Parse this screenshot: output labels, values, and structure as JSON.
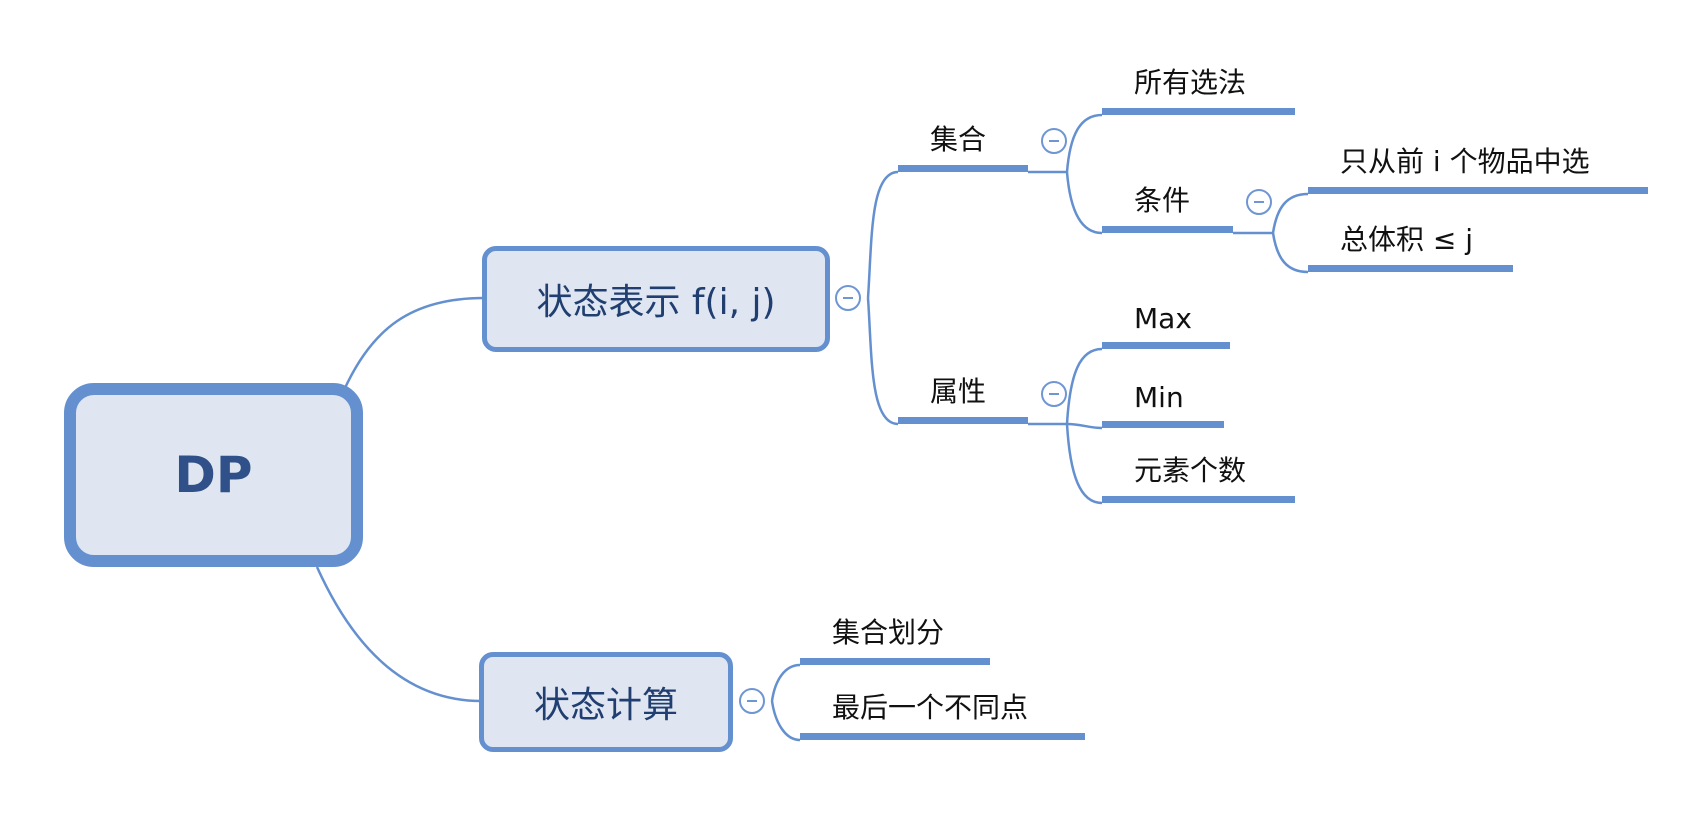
{
  "root": {
    "label": "DP"
  },
  "state_repr": {
    "label": "状态表示 f(i, j)",
    "set": {
      "label": "集合",
      "all_choices": "所有选法",
      "conditions": {
        "label": "条件",
        "items": [
          "只从前 i 个物品中选",
          "总体积 ≤ j"
        ]
      }
    },
    "attribute": {
      "label": "属性",
      "items": [
        "Max",
        "Min",
        "元素个数"
      ]
    }
  },
  "state_calc": {
    "label": "状态计算",
    "items": [
      "集合划分",
      "最后一个不同点"
    ]
  },
  "colors": {
    "line": "#6490d0",
    "node_fill": "#dfe6f2",
    "text_dark": "#213e70"
  },
  "icons": {
    "collapse": "minus-circle-icon"
  }
}
